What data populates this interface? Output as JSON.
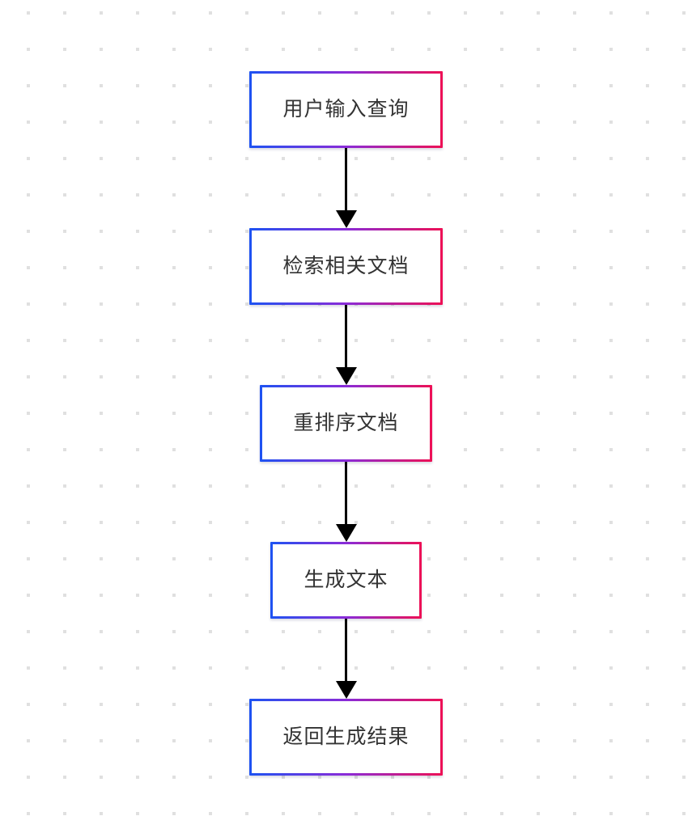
{
  "diagram": {
    "type": "flowchart",
    "direction": "top-down",
    "nodes": [
      {
        "id": "A",
        "label": "用户输入查询"
      },
      {
        "id": "B",
        "label": "检索相关文档"
      },
      {
        "id": "C",
        "label": "重排序文档"
      },
      {
        "id": "D",
        "label": "生成文本"
      },
      {
        "id": "E",
        "label": "返回生成结果"
      }
    ],
    "edges": [
      {
        "from": "A",
        "to": "B"
      },
      {
        "from": "B",
        "to": "C"
      },
      {
        "from": "C",
        "to": "D"
      },
      {
        "from": "D",
        "to": "E"
      }
    ]
  },
  "colors": {
    "background": "#ffffff",
    "grid_dot": "#e0e0e0",
    "node_fill": "#ffffff",
    "node_text": "#333333",
    "node_border_gradient_start": "#1d53f2",
    "node_border_gradient_mid": "#8a2bd8",
    "node_border_gradient_end": "#ee1055",
    "arrow": "#000000"
  }
}
